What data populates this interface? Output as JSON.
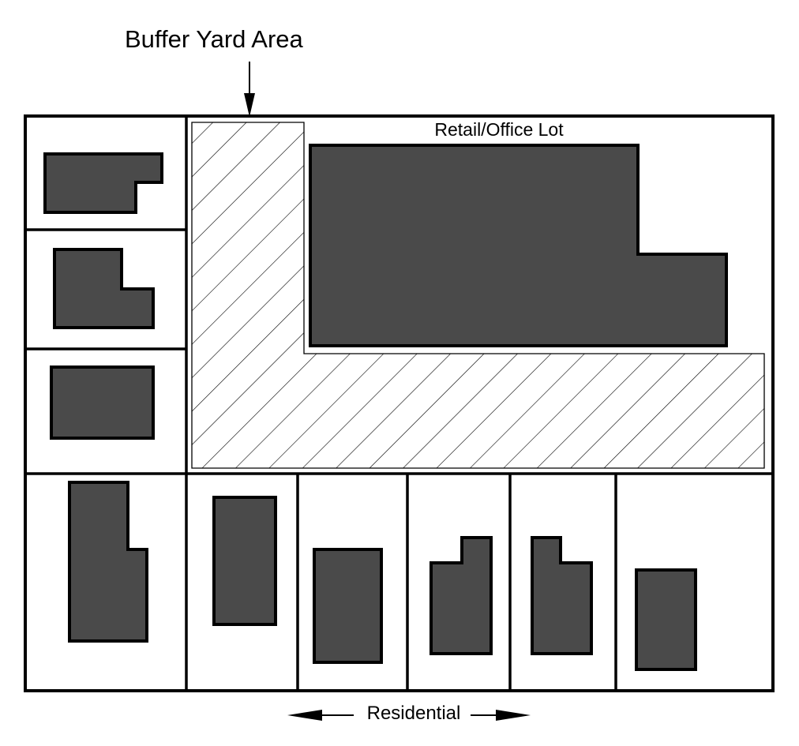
{
  "labels": {
    "buffer_yard_area": "Buffer Yard Area",
    "retail_office_lot": "Retail/Office Lot",
    "residential": "Residential"
  },
  "colors": {
    "building_fill": "#4a4a4a",
    "line": "#000000",
    "background": "#ffffff"
  }
}
